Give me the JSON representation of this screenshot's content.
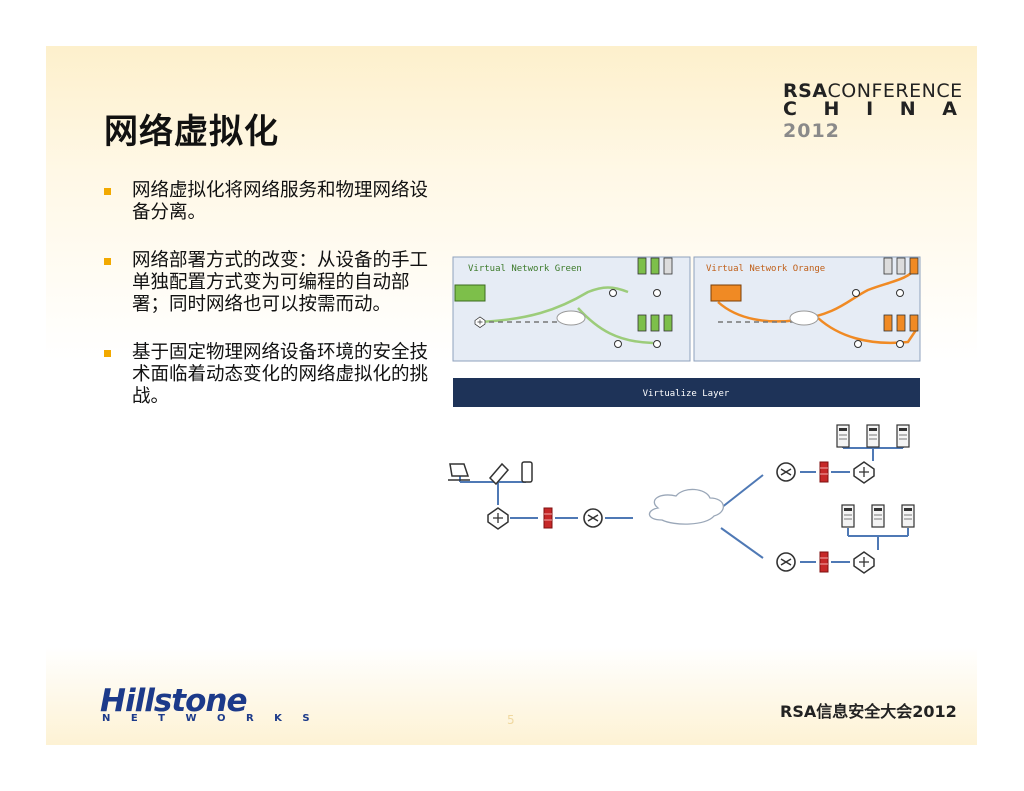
{
  "slide": {
    "title": "网络虚拟化",
    "logo": {
      "rsa_bold": "RSA",
      "rsa_rest": "CONFERENCE",
      "china": "C H I N A",
      "year": "2012"
    },
    "bullets": [
      "网络虚拟化将网络服务和物理网络设备分离。",
      "网络部署方式的改变：从设备的手工单独配置方式变为可编程的自动部署；同时网络也可以按需而动。",
      "基于固定物理网络设备环境的安全技术面临着动态变化的网络虚拟化的挑战。"
    ],
    "diagram": {
      "green_label": "Virtual Network Green",
      "orange_label": "Virtual Network Orange",
      "layer_label": "Virtualize Layer"
    },
    "footer": {
      "brand": "Hillstone",
      "brand_sub": "N E T W O R K S",
      "page_number": "5",
      "right_text": "RSA信息安全大会2012"
    },
    "colors": {
      "bullet": "#f2a900",
      "green": "#7dbf4a",
      "orange": "#f08a24",
      "layer": "#1e3358",
      "brand": "#1c3a8a"
    }
  }
}
